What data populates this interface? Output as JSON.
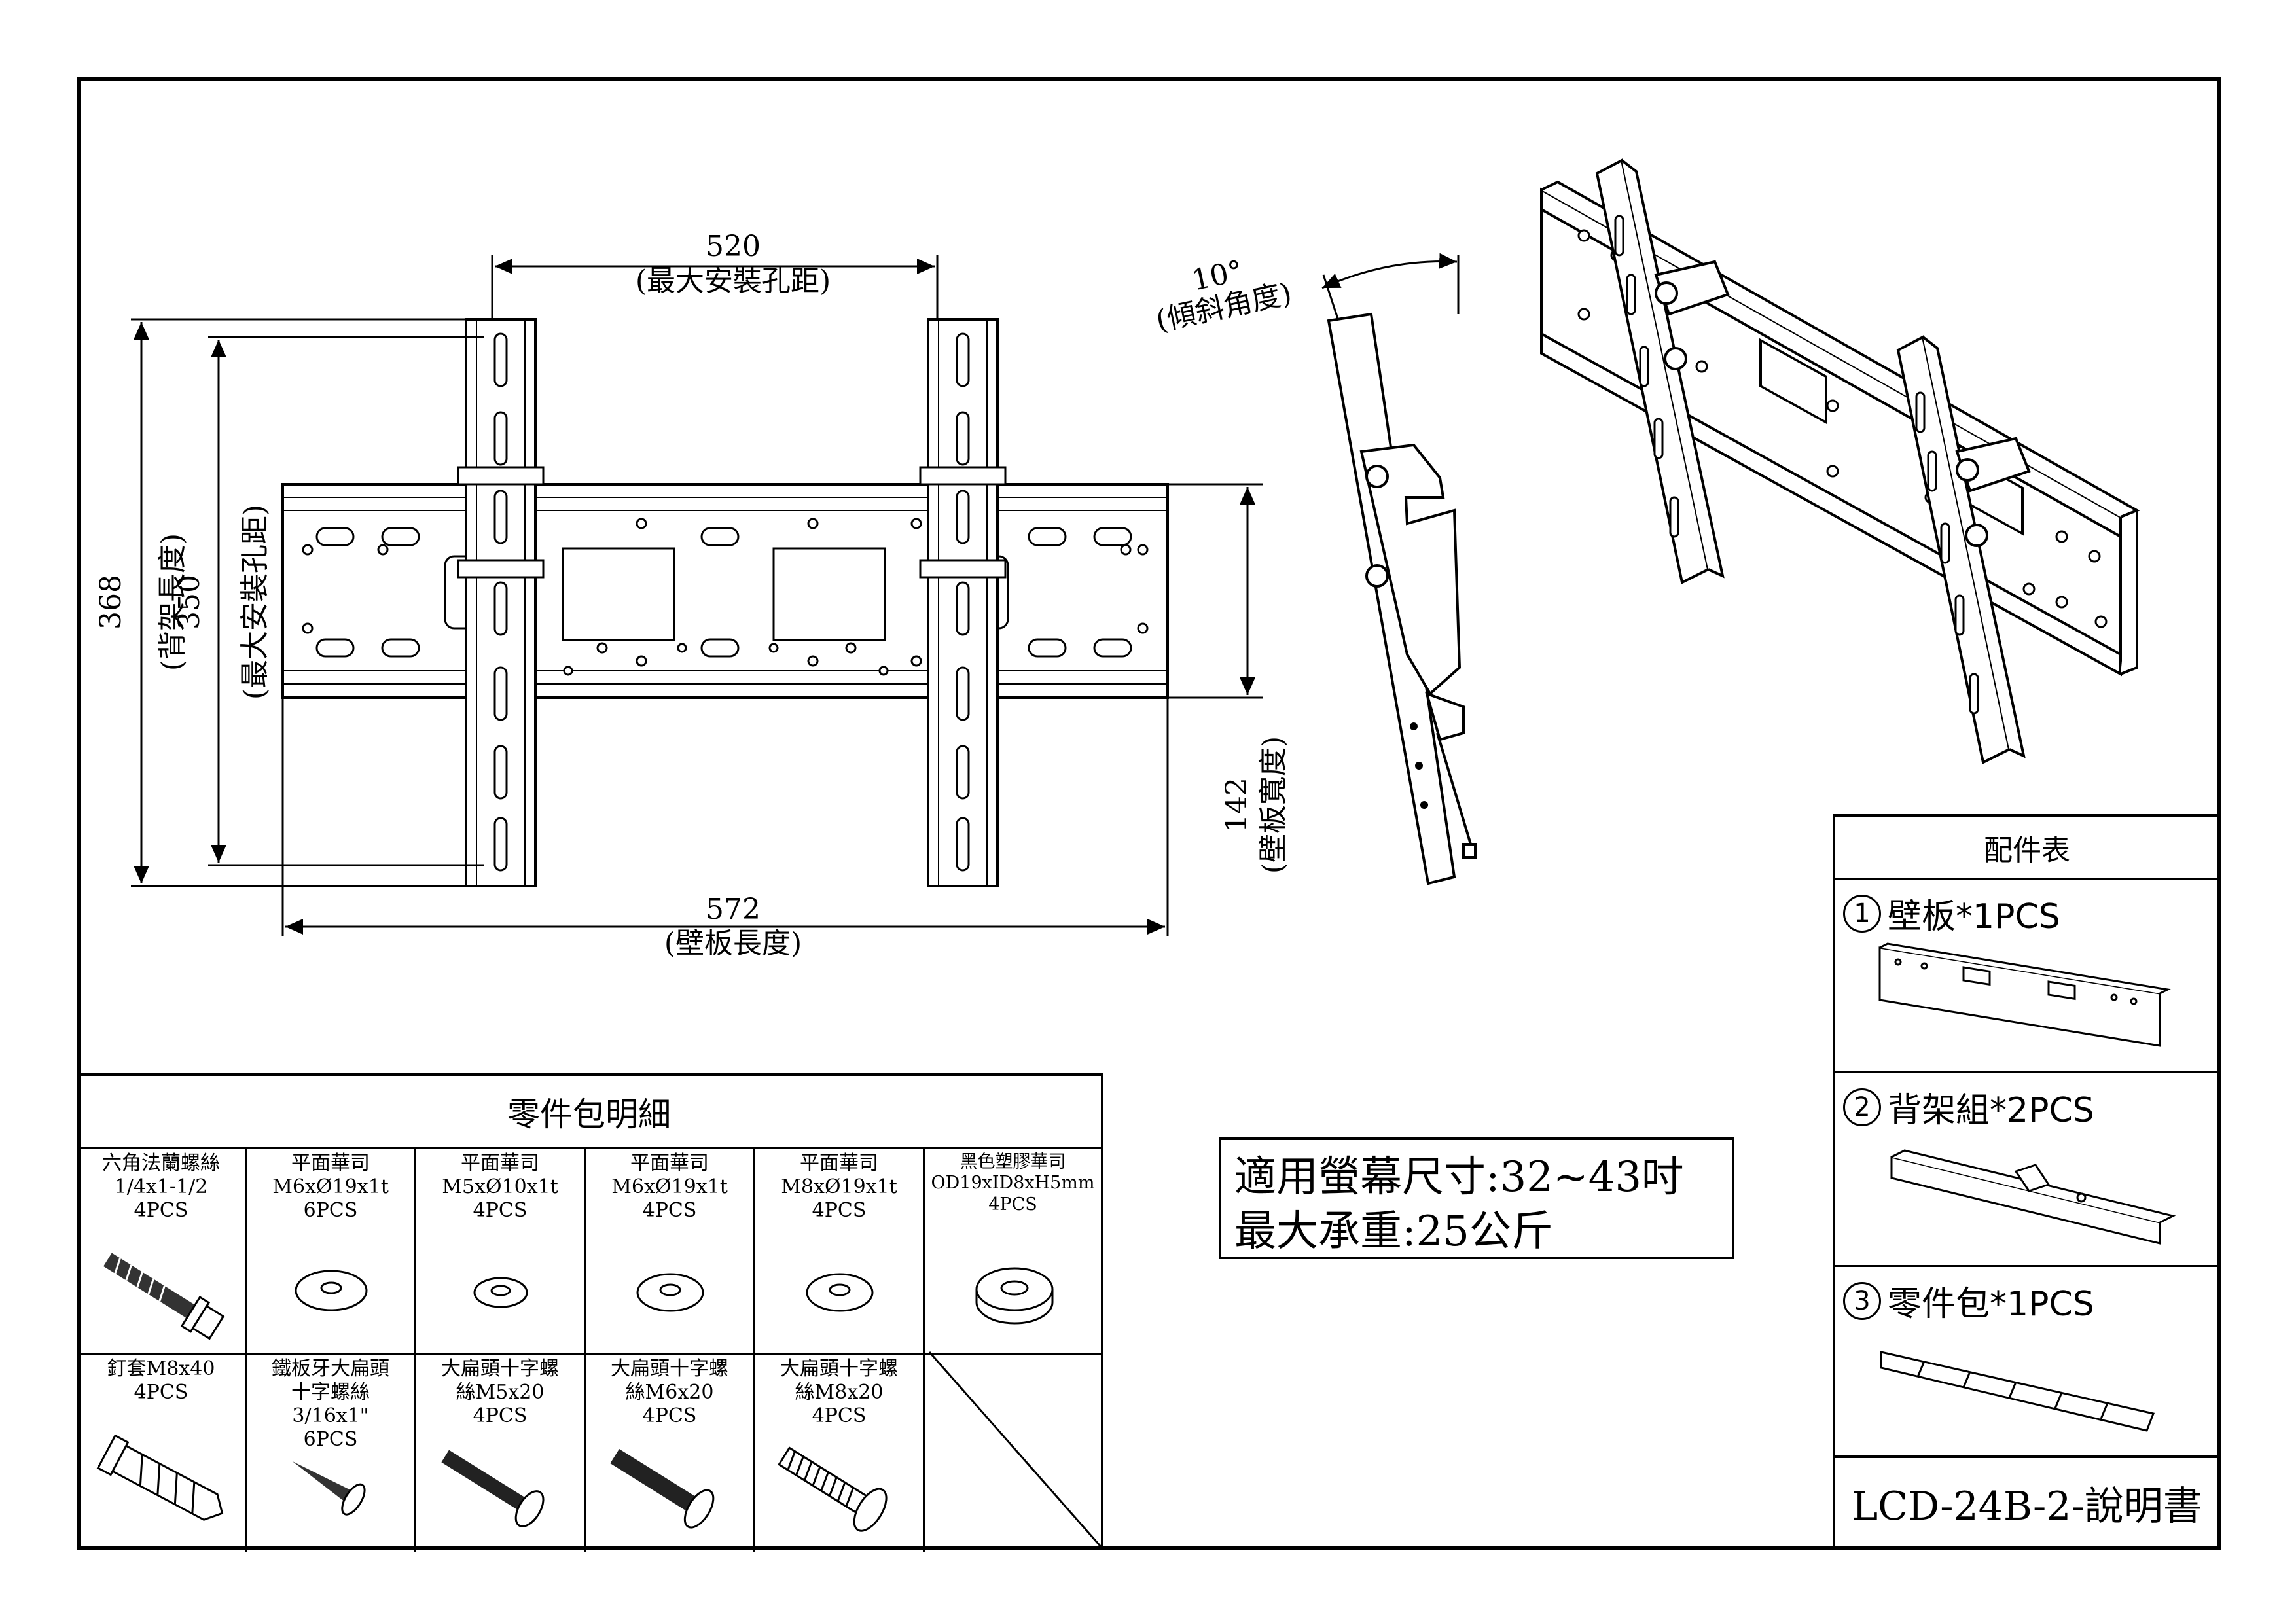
{
  "dimensions": {
    "top_width": {
      "value": "520",
      "caption": "(最大安裝孔距)"
    },
    "bottom_width": {
      "value": "572",
      "caption": "(壁板長度)"
    },
    "left_height_outer": {
      "value": "368",
      "caption": "(背架長度)"
    },
    "left_height_inner": {
      "value": "350",
      "caption": "(最大安裝孔距)"
    },
    "plate_height": {
      "value": "142",
      "caption": "(壁板寬度)"
    },
    "tilt": {
      "value": "10°",
      "caption": "(傾斜角度)"
    }
  },
  "spec_box": {
    "line1": "適用螢幕尺寸:32~43吋",
    "line2": "最大承重:25公斤"
  },
  "parts_pack": {
    "title": "零件包明細",
    "row1": [
      {
        "lines": [
          "六角法蘭螺絲",
          "1/4x1-1/2",
          "4PCS"
        ],
        "icon": "hex-flange-bolt-icon"
      },
      {
        "lines": [
          "平面華司",
          "M6xØ19x1t",
          "6PCS"
        ],
        "icon": "flat-washer-icon"
      },
      {
        "lines": [
          "平面華司",
          "M5xØ10x1t",
          "4PCS"
        ],
        "icon": "flat-washer-small-icon"
      },
      {
        "lines": [
          "平面華司",
          "M6xØ19x1t",
          "4PCS"
        ],
        "icon": "flat-washer-icon"
      },
      {
        "lines": [
          "平面華司",
          "M8xØ19x1t",
          "4PCS"
        ],
        "icon": "flat-washer-icon"
      },
      {
        "lines": [
          "黑色塑膠華司",
          "OD19xID8xH5mm",
          "4PCS"
        ],
        "icon": "plastic-spacer-icon"
      }
    ],
    "row2": [
      {
        "lines": [
          "釘套M8x40",
          "4PCS"
        ],
        "icon": "wall-anchor-icon"
      },
      {
        "lines": [
          "鐵板牙大扁頭",
          "十字螺絲",
          "3/16x1\"",
          "6PCS"
        ],
        "icon": "self-tapping-screw-icon"
      },
      {
        "lines": [
          "大扁頭十字螺",
          "絲M5x20",
          "4PCS"
        ],
        "icon": "machine-screw-icon"
      },
      {
        "lines": [
          "大扁頭十字螺",
          "絲M6x20",
          "4PCS"
        ],
        "icon": "machine-screw-icon"
      },
      {
        "lines": [
          "大扁頭十字螺",
          "絲M8x20",
          "4PCS"
        ],
        "icon": "threaded-screw-icon"
      }
    ]
  },
  "accessories": {
    "title": "配件表",
    "items": [
      {
        "num": "1",
        "label": "壁板*1PCS",
        "icon": "wall-plate-icon"
      },
      {
        "num": "2",
        "label": "背架組*2PCS",
        "icon": "bracket-arm-icon"
      },
      {
        "num": "3",
        "label": "零件包*1PCS",
        "icon": "parts-bag-icon"
      }
    ],
    "model": "LCD-24B-2-說明書"
  }
}
